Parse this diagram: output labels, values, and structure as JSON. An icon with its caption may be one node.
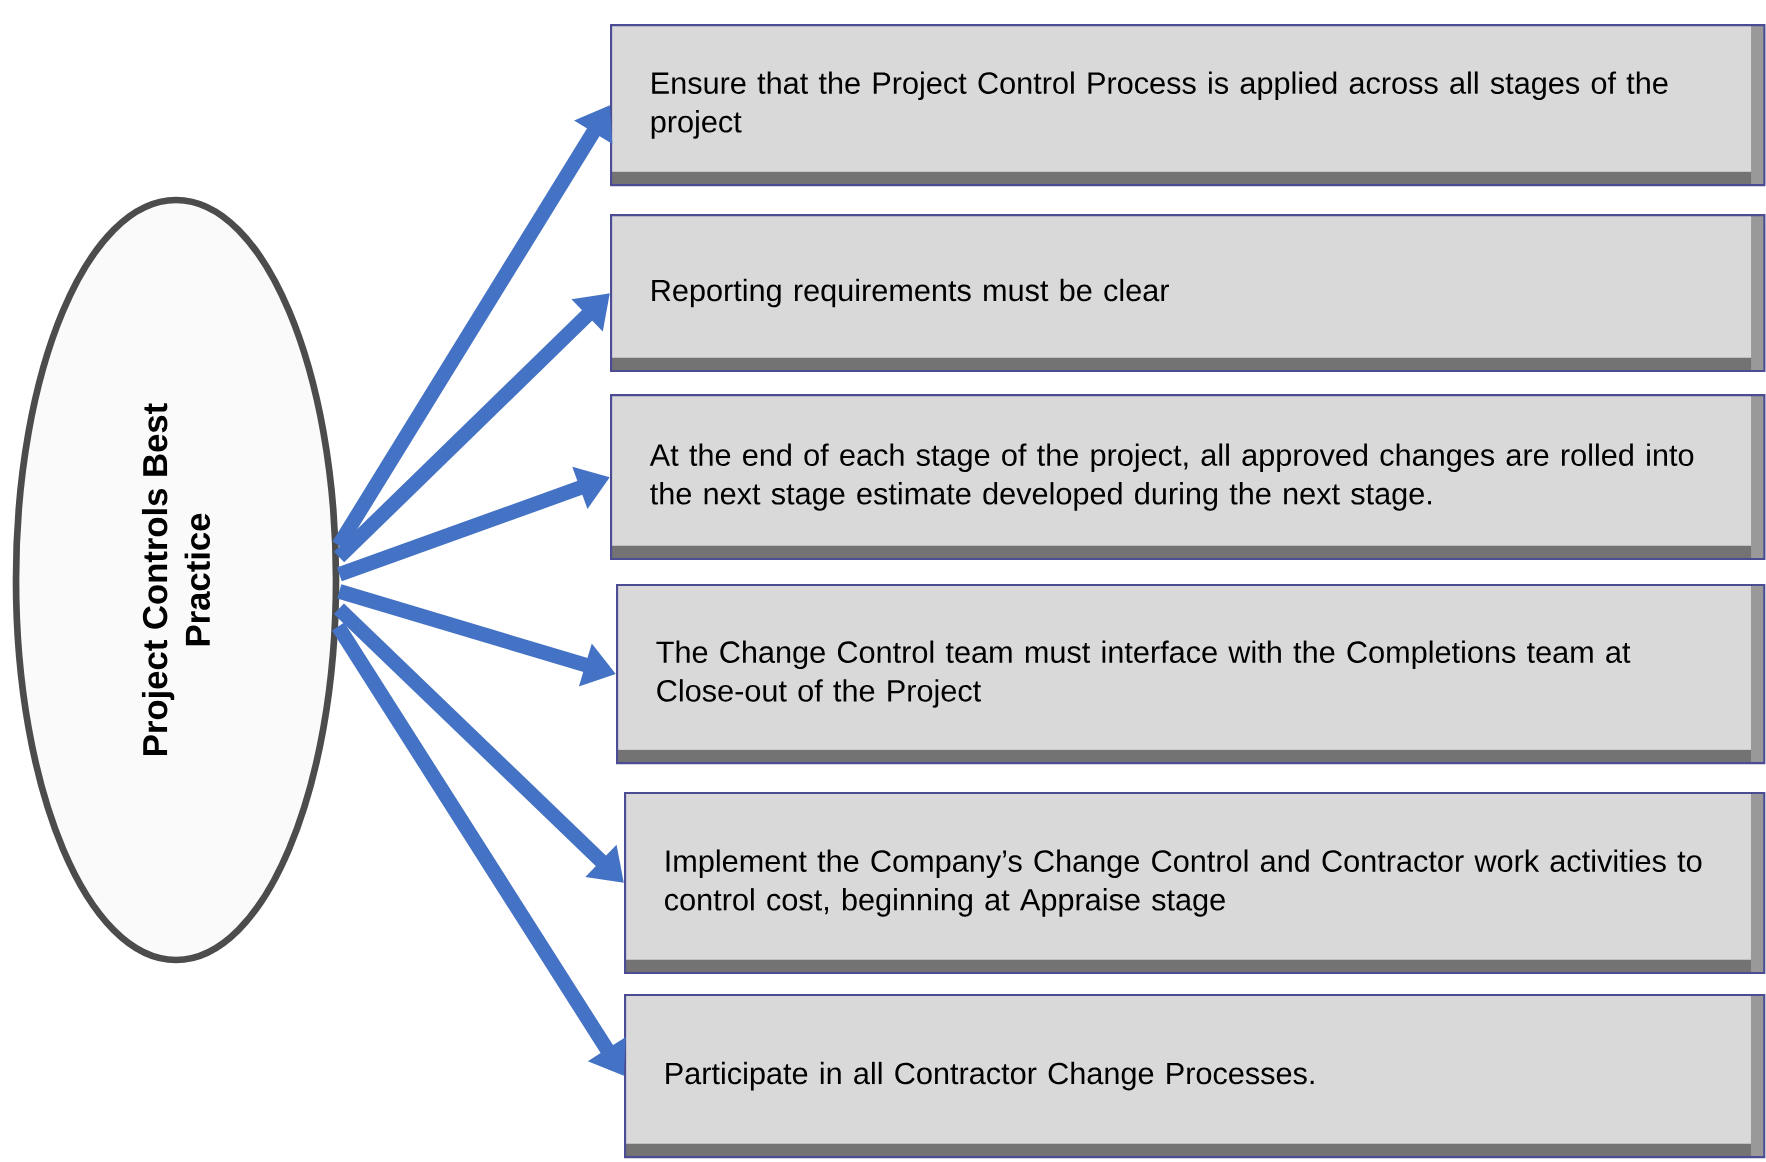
{
  "diagram": {
    "nodes": [
      {
        "text": [
          "Project Controls Best Practice"
        ]
      },
      {
        "text": [
          "Ensure that the Project Control Process is applied across all stages of the project"
        ]
      },
      {
        "text": [
          "Reporting requirements must be clear"
        ]
      },
      {
        "text": [
          "At the end of each stage of the project, all approved changes are rolled into the next stage estimate developed during the next stage."
        ]
      },
      {
        "text": [
          "The Change Control team must interface with the Completions team at Close-out of the Project"
        ]
      },
      {
        "text": [
          "Implement the Company’s Change Control and Contractor work activities to control cost, beginning at Appraise stage"
        ]
      },
      {
        "text": [
          "Participate in all Contractor Change Processes."
        ]
      }
    ],
    "edges": [
      {
        "from": 0,
        "to": 1,
        "arrow": "to"
      },
      {
        "from": 0,
        "to": 2,
        "arrow": "to"
      },
      {
        "from": 0,
        "to": 3,
        "arrow": "to"
      },
      {
        "from": 0,
        "to": 4,
        "arrow": "to"
      },
      {
        "from": 0,
        "to": 5,
        "arrow": "to"
      },
      {
        "from": 0,
        "to": 6,
        "arrow": "to"
      }
    ]
  }
}
